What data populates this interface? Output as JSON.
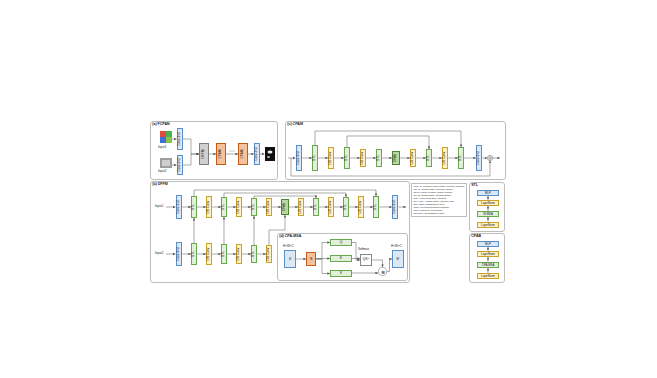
{
  "diagram": {
    "nodes": [
      {
        "text": [
          "(a) FCPAN"
        ]
      },
      {
        "text": [
          "Conv 3×3"
        ],
        "in": 0
      },
      {
        "text": [
          "Conv 3×3"
        ],
        "in": 0
      },
      {
        "text": [
          "DFFM"
        ],
        "in": 0
      },
      {
        "text": [
          "CPAM"
        ],
        "in": 0
      },
      {
        "text": [
          "CPAM"
        ],
        "in": 0
      },
      {
        "text": [
          "Conv 3×3"
        ],
        "in": 0
      },
      {
        "text": [
          "(c) CPAM"
        ]
      },
      {
        "text": [
          "Conv 3×3"
        ],
        "in": 7
      },
      {
        "text": [
          "STL"
        ],
        "in": 7
      },
      {
        "text": [
          "DS Conv"
        ],
        "in": 7
      },
      {
        "text": [
          "STL"
        ],
        "in": 7
      },
      {
        "text": [
          "DS Conv"
        ],
        "in": 7
      },
      {
        "text": [
          "STL"
        ],
        "in": 7
      },
      {
        "text": [
          "CPAB"
        ],
        "in": 7
      },
      {
        "text": [
          "US Conv"
        ],
        "in": 7
      },
      {
        "text": [
          "STL"
        ],
        "in": 7
      },
      {
        "text": [
          "US Conv"
        ],
        "in": 7
      },
      {
        "text": [
          "STL"
        ],
        "in": 7
      },
      {
        "text": [
          "Conv 3×3"
        ],
        "in": 7
      },
      {
        "text": [
          "(b) DFFM"
        ]
      },
      {
        "text": [
          "Conv 3×3"
        ],
        "in": 20
      },
      {
        "text": [
          "STL"
        ],
        "in": 20
      },
      {
        "text": [
          "DS Conv"
        ],
        "in": 20
      },
      {
        "text": [
          "STL"
        ],
        "in": 20
      },
      {
        "text": [
          "DS Conv"
        ],
        "in": 20
      },
      {
        "text": [
          "STL"
        ],
        "in": 20
      },
      {
        "text": [
          "DS Conv"
        ],
        "in": 20
      },
      {
        "text": [
          "CPAB"
        ],
        "in": 20
      },
      {
        "text": [
          "US Conv"
        ],
        "in": 20
      },
      {
        "text": [
          "STL"
        ],
        "in": 20
      },
      {
        "text": [
          "US Conv"
        ],
        "in": 20
      },
      {
        "text": [
          "STL"
        ],
        "in": 20
      },
      {
        "text": [
          "US Conv"
        ],
        "in": 20
      },
      {
        "text": [
          "STL"
        ],
        "in": 20
      },
      {
        "text": [
          "Conv 3×3"
        ],
        "in": 20
      },
      {
        "text": [
          "Conv 3×3"
        ],
        "in": 20
      },
      {
        "text": [
          "STL"
        ],
        "in": 20
      },
      {
        "text": [
          "DS Conv"
        ],
        "in": 20
      },
      {
        "text": [
          "STL"
        ],
        "in": 20
      },
      {
        "text": [
          "DS Conv"
        ],
        "in": 20
      },
      {
        "text": [
          "STL"
        ],
        "in": 20
      },
      {
        "text": [
          "DS Conv"
        ],
        "in": 20
      },
      {
        "text": [
          "(d) CPA-MSA"
        ],
        "in": 20
      },
      {
        "text": [
          "X"
        ],
        "in": 43
      },
      {
        "text": [
          "S"
        ],
        "in": 43
      },
      {
        "text": [
          "Q"
        ],
        "in": 43
      },
      {
        "text": [
          "K"
        ],
        "in": 43
      },
      {
        "text": [
          "V"
        ],
        "in": 43
      },
      {
        "text": [
          "QKᵀ"
        ],
        "in": 43
      },
      {
        "text": [
          "⊗"
        ],
        "in": 43
      },
      {
        "text": [
          "S'"
        ],
        "in": 43
      },
      {
        "text": [
          "FCPAN: Coarse Fusion Patch Attention Network",
          "CPAM: Cross Patch Attention Module",
          "DFFM: Deep Feature Fusion Module",
          "CPAB: Cross Patch Attention Block",
          "MSA: Multi-head Self-Attention",
          "CPA-MSA: Cross Patch Attention MSA",
          "STL: Swin Transformer Layer",
          "Conv: 3×3 Convolutional Network",
          "MLP: Multilayer Perceptron",
          "DS Conv: Downsample Conv"
        ]
      },
      {
        "text": [
          "STL"
        ]
      },
      {
        "text": [
          "MLP"
        ],
        "in": 53
      },
      {
        "text": [
          "LayerNorm"
        ],
        "in": 53
      },
      {
        "text": [
          "W-MSA"
        ],
        "in": 53
      },
      {
        "text": [
          "LayerNorm"
        ],
        "in": 53
      },
      {
        "text": [
          "CPAB"
        ]
      },
      {
        "text": [
          "MLP"
        ],
        "in": 58
      },
      {
        "text": [
          "LayerNorm"
        ],
        "in": 58
      },
      {
        "text": [
          "CPA-MSA"
        ],
        "in": 58
      },
      {
        "text": [
          "LayerNorm"
        ],
        "in": 58
      }
    ],
    "edges": [
      {
        "from": 1,
        "to": 3,
        "arrow": "to"
      },
      {
        "from": 2,
        "to": 3,
        "arrow": "to"
      },
      {
        "from": 3,
        "to": 4,
        "arrow": "to"
      },
      {
        "from": 4,
        "to": 5,
        "arrow": "to"
      },
      {
        "from": 5,
        "to": 6,
        "arrow": "to"
      },
      {
        "from": 8,
        "to": 9,
        "arrow": "to"
      },
      {
        "from": 9,
        "to": 10,
        "arrow": "to"
      },
      {
        "from": 10,
        "to": 11,
        "arrow": "to"
      },
      {
        "from": 11,
        "to": 12,
        "arrow": "to"
      },
      {
        "from": 12,
        "to": 13,
        "arrow": "to"
      },
      {
        "from": 13,
        "to": 14,
        "arrow": "to"
      },
      {
        "from": 14,
        "to": 15,
        "arrow": "to"
      },
      {
        "from": 15,
        "to": 16,
        "arrow": "to"
      },
      {
        "from": 16,
        "to": 17,
        "arrow": "to"
      },
      {
        "from": 17,
        "to": 18,
        "arrow": "to"
      },
      {
        "from": 18,
        "to": 19,
        "arrow": "to"
      },
      {
        "from": 9,
        "to": 18,
        "arrow": "to"
      },
      {
        "from": 11,
        "to": 16,
        "arrow": "to"
      },
      {
        "from": 21,
        "to": 22,
        "arrow": "to"
      },
      {
        "from": 22,
        "to": 23,
        "arrow": "to"
      },
      {
        "from": 23,
        "to": 24,
        "arrow": "to"
      },
      {
        "from": 24,
        "to": 25,
        "arrow": "to"
      },
      {
        "from": 25,
        "to": 26,
        "arrow": "to"
      },
      {
        "from": 26,
        "to": 27,
        "arrow": "to"
      },
      {
        "from": 27,
        "to": 28,
        "arrow": "to"
      },
      {
        "from": 28,
        "to": 29,
        "arrow": "to"
      },
      {
        "from": 29,
        "to": 30,
        "arrow": "to"
      },
      {
        "from": 30,
        "to": 31,
        "arrow": "to"
      },
      {
        "from": 31,
        "to": 32,
        "arrow": "to"
      },
      {
        "from": 32,
        "to": 33,
        "arrow": "to"
      },
      {
        "from": 33,
        "to": 34,
        "arrow": "to"
      },
      {
        "from": 34,
        "to": 35,
        "arrow": "to"
      },
      {
        "from": 36,
        "to": 37,
        "arrow": "to"
      },
      {
        "from": 37,
        "to": 38,
        "arrow": "to"
      },
      {
        "from": 38,
        "to": 39,
        "arrow": "to"
      },
      {
        "from": 39,
        "to": 40,
        "arrow": "to"
      },
      {
        "from": 40,
        "to": 41,
        "arrow": "to"
      },
      {
        "from": 41,
        "to": 42,
        "arrow": "to"
      },
      {
        "from": 37,
        "to": 22,
        "arrow": "to"
      },
      {
        "from": 39,
        "to": 24,
        "arrow": "to"
      },
      {
        "from": 41,
        "to": 26,
        "arrow": "to"
      },
      {
        "from": 42,
        "to": 28,
        "arrow": "to"
      },
      {
        "from": 22,
        "to": 34,
        "arrow": "to"
      },
      {
        "from": 24,
        "to": 32,
        "arrow": "to"
      },
      {
        "from": 26,
        "to": 30,
        "arrow": "to"
      },
      {
        "from": 44,
        "to": 45,
        "arrow": "to"
      },
      {
        "from": 45,
        "to": 46,
        "arrow": "to"
      },
      {
        "from": 45,
        "to": 47,
        "arrow": "to"
      },
      {
        "from": 45,
        "to": 48,
        "arrow": "to"
      },
      {
        "from": 46,
        "to": 49,
        "arrow": "to"
      },
      {
        "from": 47,
        "to": 49,
        "arrow": "to"
      },
      {
        "from": 49,
        "to": 50,
        "arrow": "to"
      },
      {
        "from": 48,
        "to": 50,
        "arrow": "to"
      },
      {
        "from": 50,
        "to": 51,
        "arrow": "to"
      },
      {
        "from": 57,
        "to": 56,
        "arrow": "to"
      },
      {
        "from": 56,
        "to": 55,
        "arrow": "to"
      },
      {
        "from": 55,
        "to": 54,
        "arrow": "to"
      },
      {
        "from": 62,
        "to": 61,
        "arrow": "to"
      },
      {
        "from": 61,
        "to": 60,
        "arrow": "to"
      },
      {
        "from": 60,
        "to": 59,
        "arrow": "to"
      }
    ],
    "labels": [
      "Input1",
      "Input2",
      "Input1",
      "Input2",
      "Softmax",
      "H×W×C",
      "H×W×C"
    ]
  }
}
